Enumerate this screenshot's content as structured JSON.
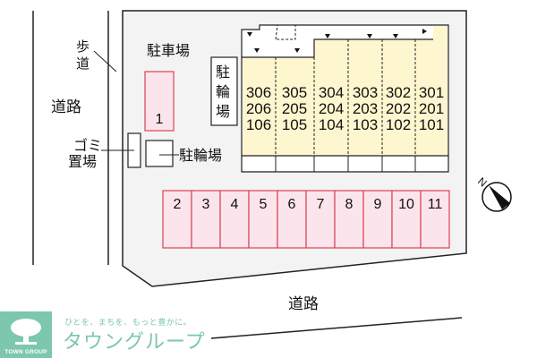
{
  "map": {
    "labels": {
      "sidewalk": "歩道",
      "road_left": "道路",
      "road_bottom": "道路",
      "parking_lot": "駐車場",
      "bicycle_parking_vertical": "駐輪場",
      "bicycle_parking_lower": "駐輪場",
      "garbage_area": "ゴミ置場"
    },
    "parking_spaces": [
      "1",
      "2",
      "3",
      "4",
      "5",
      "6",
      "7",
      "8",
      "9",
      "10",
      "11"
    ],
    "units": {
      "floor3": [
        "306",
        "305",
        "304",
        "303",
        "302",
        "301"
      ],
      "floor2": [
        "206",
        "205",
        "204",
        "203",
        "202",
        "201"
      ],
      "floor1": [
        "106",
        "105",
        "104",
        "103",
        "102",
        "101"
      ]
    },
    "compass": {
      "label": "N"
    },
    "colors": {
      "site_fill": "#f3f3f3",
      "building_fill": "#fdf6cf",
      "parking_fill": "#fce4ec",
      "parking_stroke": "#d9434f",
      "brand": "#7cc7ad"
    }
  },
  "branding": {
    "logo_caption": "TOWN GROUP",
    "tagline": "ひとを、まちを、もっと豊かに。",
    "brand_name": "タウングループ"
  }
}
